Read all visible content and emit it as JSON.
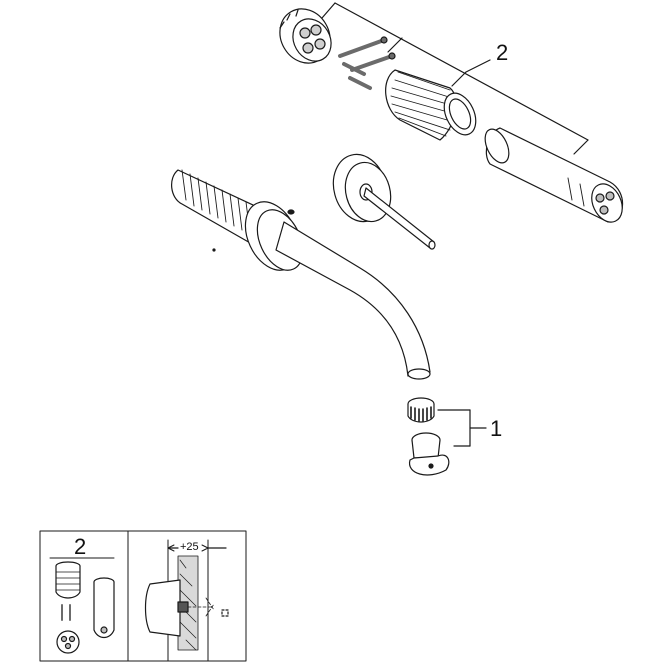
{
  "callouts": {
    "spout_kit": "1",
    "body_kit": "2"
  },
  "inset": {
    "kit_number": "2",
    "dimension": "+25"
  },
  "colors": {
    "line": "#1a1a1a",
    "shade": "#d9d9d9",
    "dark": "#555555"
  }
}
